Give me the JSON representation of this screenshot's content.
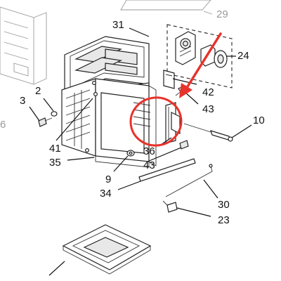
{
  "callouts": {
    "c29": "29",
    "c31": "31",
    "c24": "24",
    "c2": "2",
    "c3": "3",
    "c42": "42",
    "c43_top": "43",
    "c10": "10",
    "c6": "6",
    "c41": "41",
    "c36": "36",
    "c35": "35",
    "c43_bottom": "43",
    "c9": "9",
    "c34": "34",
    "c30": "30",
    "c23": "23"
  },
  "colors": {
    "highlight": "#e8322b",
    "line": "#222222",
    "faint": "#9a9a9a"
  },
  "icons": {
    "highlight_circle": "red-ellipse",
    "pointer": "red-arrow"
  }
}
